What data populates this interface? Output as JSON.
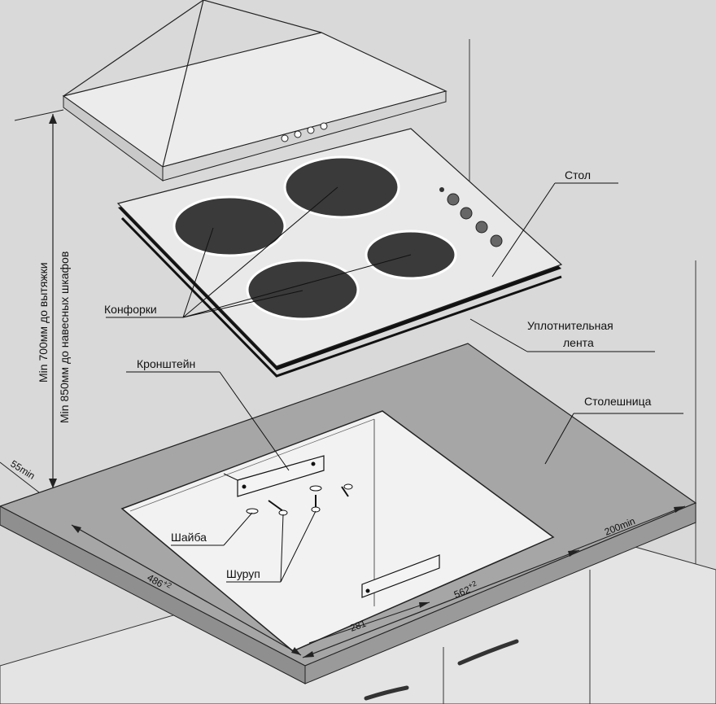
{
  "labels": {
    "table": "Стол",
    "burners": "Конфорки",
    "seal_line1": "Уплотнительная",
    "seal_line2": "лента",
    "bracket": "Кронштейн",
    "countertop": "Столешница",
    "washer": "Шайба",
    "screw": "Шуруп"
  },
  "dimensions": {
    "min_hood": "Min 700мм до вытяжки",
    "min_cabinets": "Min 850мм до навесных шкафов",
    "thickness": "55min",
    "clearance": "200min",
    "depth": "486",
    "depth_tol": "+2",
    "width": "562",
    "width_tol": "+2",
    "half_width": "281"
  },
  "colors": {
    "background": "#d9d9d9",
    "countertop": "#a6a6a6",
    "hob_surface": "#e9e9e9",
    "burner": "#3a3a3a",
    "line": "#1a1a1a"
  }
}
